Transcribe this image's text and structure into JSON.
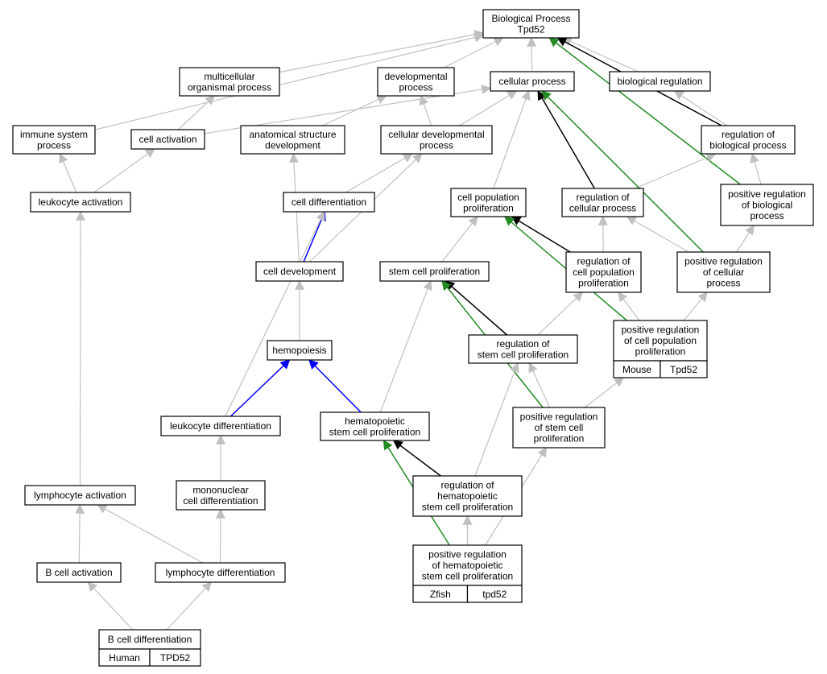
{
  "colors": {
    "edge_gray": "#c0c0c0",
    "edge_black": "#000000",
    "edge_blue": "#0000ff",
    "edge_green": "#228b22",
    "tag_human": "#ff6347",
    "tag_mouse": "#add8e6",
    "tag_zfish": "#6495ed"
  },
  "nodes": {
    "root": {
      "lines": [
        "Biological Process",
        "Tpd52"
      ]
    },
    "multicellular": {
      "lines": [
        "multicellular",
        "organismal process"
      ]
    },
    "developmental": {
      "lines": [
        "developmental",
        "process"
      ]
    },
    "cellular_process": {
      "lines": [
        "cellular process"
      ]
    },
    "biological_regulation": {
      "lines": [
        "biological regulation"
      ]
    },
    "immune_system": {
      "lines": [
        "immune system",
        "process"
      ]
    },
    "cell_activation": {
      "lines": [
        "cell activation"
      ]
    },
    "anatomical": {
      "lines": [
        "anatomical structure",
        "development"
      ]
    },
    "cellular_developmental": {
      "lines": [
        "cellular developmental",
        "process"
      ]
    },
    "reg_biological": {
      "lines": [
        "regulation of",
        "biological process"
      ]
    },
    "leukocyte_activation": {
      "lines": [
        "leukocyte activation"
      ]
    },
    "cell_differentiation": {
      "lines": [
        "cell differentiation"
      ]
    },
    "cell_pop_prolif": {
      "lines": [
        "cell population",
        "proliferation"
      ]
    },
    "reg_cellular": {
      "lines": [
        "regulation of",
        "cellular process"
      ]
    },
    "pos_reg_biological": {
      "lines": [
        "positive regulation",
        "of biological",
        "process"
      ]
    },
    "cell_development": {
      "lines": [
        "cell development"
      ]
    },
    "stem_cell_prolif": {
      "lines": [
        "stem cell proliferation"
      ]
    },
    "reg_cell_pop_prolif": {
      "lines": [
        "regulation of",
        "cell population",
        "proliferation"
      ]
    },
    "pos_reg_cellular": {
      "lines": [
        "positive regulation",
        "of cellular",
        "process"
      ]
    },
    "hemopoiesis": {
      "lines": [
        "hemopoiesis"
      ]
    },
    "reg_stem_cell_prolif": {
      "lines": [
        "regulation of",
        "stem cell proliferation"
      ]
    },
    "pos_reg_cell_pop_prolif": {
      "lines": [
        "positive regulation",
        "of cell population",
        "proliferation"
      ]
    },
    "leukocyte_diff": {
      "lines": [
        "leukocyte differentiation"
      ]
    },
    "hsc_prolif": {
      "lines": [
        "hematopoietic",
        "stem cell proliferation"
      ]
    },
    "pos_reg_stem_cell_prolif": {
      "lines": [
        "positive regulation",
        "of stem cell",
        "proliferation"
      ]
    },
    "lymphocyte_activation": {
      "lines": [
        "lymphocyte activation"
      ]
    },
    "mononuclear_diff": {
      "lines": [
        "mononuclear",
        "cell differentiation"
      ]
    },
    "reg_hsc_prolif": {
      "lines": [
        "regulation of",
        "hematopoietic",
        "stem cell proliferation"
      ]
    },
    "b_cell_activation": {
      "lines": [
        "B cell activation"
      ]
    },
    "lymphocyte_diff": {
      "lines": [
        "lymphocyte differentiation"
      ]
    },
    "pos_reg_hsc_prolif": {
      "lines": [
        "positive regulation",
        "of hematopoietic",
        "stem cell proliferation"
      ]
    },
    "b_cell_diff": {
      "lines": [
        "B cell differentiation"
      ]
    }
  },
  "tags": {
    "b_cell_diff": {
      "species": "Human",
      "gene": "TPD52",
      "color": "#ff6347"
    },
    "pos_reg_cell_pop_prolif": {
      "species": "Mouse",
      "gene": "Tpd52",
      "color": "#add8e6"
    },
    "pos_reg_hsc_prolif": {
      "species": "Zfish",
      "gene": "tpd52",
      "color": "#6495ed"
    }
  },
  "edges": [
    {
      "from": "immune_system",
      "to": "root",
      "color": "gray"
    },
    {
      "from": "multicellular",
      "to": "root",
      "color": "gray"
    },
    {
      "from": "developmental",
      "to": "root",
      "color": "gray"
    },
    {
      "from": "cellular_process",
      "to": "root",
      "color": "gray"
    },
    {
      "from": "biological_regulation",
      "to": "root",
      "color": "gray"
    },
    {
      "from": "reg_biological",
      "to": "root",
      "color": "black"
    },
    {
      "from": "pos_reg_biological",
      "to": "root",
      "color": "green"
    },
    {
      "from": "cell_activation",
      "to": "multicellular",
      "color": "gray"
    },
    {
      "from": "cell_activation",
      "to": "cellular_process",
      "color": "gray"
    },
    {
      "from": "anatomical",
      "to": "developmental",
      "color": "gray"
    },
    {
      "from": "cellular_developmental",
      "to": "developmental",
      "color": "gray"
    },
    {
      "from": "cellular_developmental",
      "to": "cellular_process",
      "color": "gray"
    },
    {
      "from": "reg_biological",
      "to": "biological_regulation",
      "color": "gray"
    },
    {
      "from": "leukocyte_activation",
      "to": "immune_system",
      "color": "gray"
    },
    {
      "from": "leukocyte_activation",
      "to": "cell_activation",
      "color": "gray"
    },
    {
      "from": "cell_differentiation",
      "to": "cellular_developmental",
      "color": "gray"
    },
    {
      "from": "cell_pop_prolif",
      "to": "cellular_process",
      "color": "gray"
    },
    {
      "from": "reg_cellular",
      "to": "cellular_process",
      "color": "black"
    },
    {
      "from": "reg_cellular",
      "to": "reg_biological",
      "color": "gray"
    },
    {
      "from": "pos_reg_biological",
      "to": "reg_biological",
      "color": "gray"
    },
    {
      "from": "pos_reg_cellular",
      "to": "cellular_process",
      "color": "green"
    },
    {
      "from": "pos_reg_cellular",
      "to": "reg_cellular",
      "color": "gray"
    },
    {
      "from": "pos_reg_cellular",
      "to": "pos_reg_biological",
      "color": "gray"
    },
    {
      "from": "cell_development",
      "to": "cell_differentiation",
      "color": "blue"
    },
    {
      "from": "cell_development",
      "to": "anatomical",
      "color": "gray"
    },
    {
      "from": "cell_development",
      "to": "cellular_developmental",
      "color": "gray"
    },
    {
      "from": "stem_cell_prolif",
      "to": "cell_pop_prolif",
      "color": "gray"
    },
    {
      "from": "reg_cell_pop_prolif",
      "to": "cell_pop_prolif",
      "color": "black"
    },
    {
      "from": "reg_cell_pop_prolif",
      "to": "reg_cellular",
      "color": "gray"
    },
    {
      "from": "hemopoiesis",
      "to": "cell_development",
      "color": "gray"
    },
    {
      "from": "reg_stem_cell_prolif",
      "to": "stem_cell_prolif",
      "color": "black"
    },
    {
      "from": "reg_stem_cell_prolif",
      "to": "reg_cell_pop_prolif",
      "color": "gray"
    },
    {
      "from": "pos_reg_cell_pop_prolif",
      "to": "cell_pop_prolif",
      "color": "green"
    },
    {
      "from": "pos_reg_cell_pop_prolif",
      "to": "reg_cell_pop_prolif",
      "color": "gray"
    },
    {
      "from": "pos_reg_cell_pop_prolif",
      "to": "pos_reg_cellular",
      "color": "gray"
    },
    {
      "from": "leukocyte_diff",
      "to": "hemopoiesis",
      "color": "blue"
    },
    {
      "from": "leukocyte_diff",
      "to": "cell_differentiation",
      "color": "gray"
    },
    {
      "from": "hsc_prolif",
      "to": "hemopoiesis",
      "color": "blue"
    },
    {
      "from": "hsc_prolif",
      "to": "stem_cell_prolif",
      "color": "gray"
    },
    {
      "from": "pos_reg_stem_cell_prolif",
      "to": "stem_cell_prolif",
      "color": "green"
    },
    {
      "from": "pos_reg_stem_cell_prolif",
      "to": "reg_stem_cell_prolif",
      "color": "gray"
    },
    {
      "from": "pos_reg_stem_cell_prolif",
      "to": "pos_reg_cell_pop_prolif",
      "color": "gray"
    },
    {
      "from": "lymphocyte_activation",
      "to": "leukocyte_activation",
      "color": "gray"
    },
    {
      "from": "mononuclear_diff",
      "to": "leukocyte_diff",
      "color": "gray"
    },
    {
      "from": "reg_hsc_prolif",
      "to": "hsc_prolif",
      "color": "black"
    },
    {
      "from": "reg_hsc_prolif",
      "to": "reg_stem_cell_prolif",
      "color": "gray"
    },
    {
      "from": "b_cell_activation",
      "to": "lymphocyte_activation",
      "color": "gray"
    },
    {
      "from": "lymphocyte_diff",
      "to": "lymphocyte_activation",
      "color": "gray"
    },
    {
      "from": "lymphocyte_diff",
      "to": "mononuclear_diff",
      "color": "gray"
    },
    {
      "from": "pos_reg_hsc_prolif",
      "to": "hsc_prolif",
      "color": "green"
    },
    {
      "from": "pos_reg_hsc_prolif",
      "to": "reg_hsc_prolif",
      "color": "gray"
    },
    {
      "from": "pos_reg_hsc_prolif",
      "to": "pos_reg_stem_cell_prolif",
      "color": "gray"
    },
    {
      "from": "b_cell_diff",
      "to": "b_cell_activation",
      "color": "gray"
    },
    {
      "from": "b_cell_diff",
      "to": "lymphocyte_diff",
      "color": "gray"
    }
  ]
}
